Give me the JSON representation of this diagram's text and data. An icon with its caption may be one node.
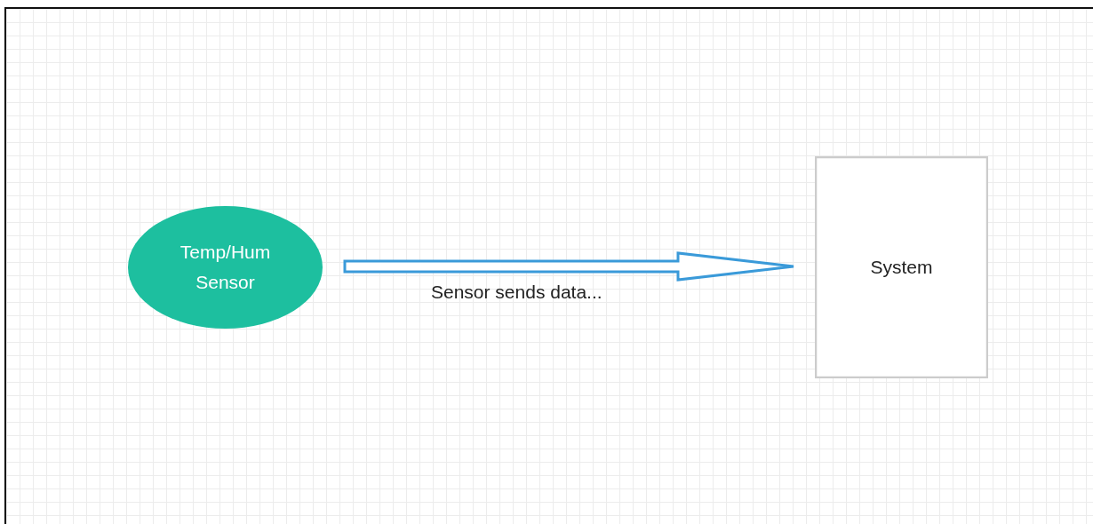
{
  "diagram": {
    "nodes": [
      {
        "text": [
          "Temp/Hum Sensor"
        ]
      },
      {
        "text": [
          "System"
        ]
      }
    ],
    "edges": [
      {
        "from": 0,
        "to": 1,
        "arrow": "to",
        "label": "Sensor sends data...",
        "color": "#3a9ad9"
      }
    ]
  }
}
